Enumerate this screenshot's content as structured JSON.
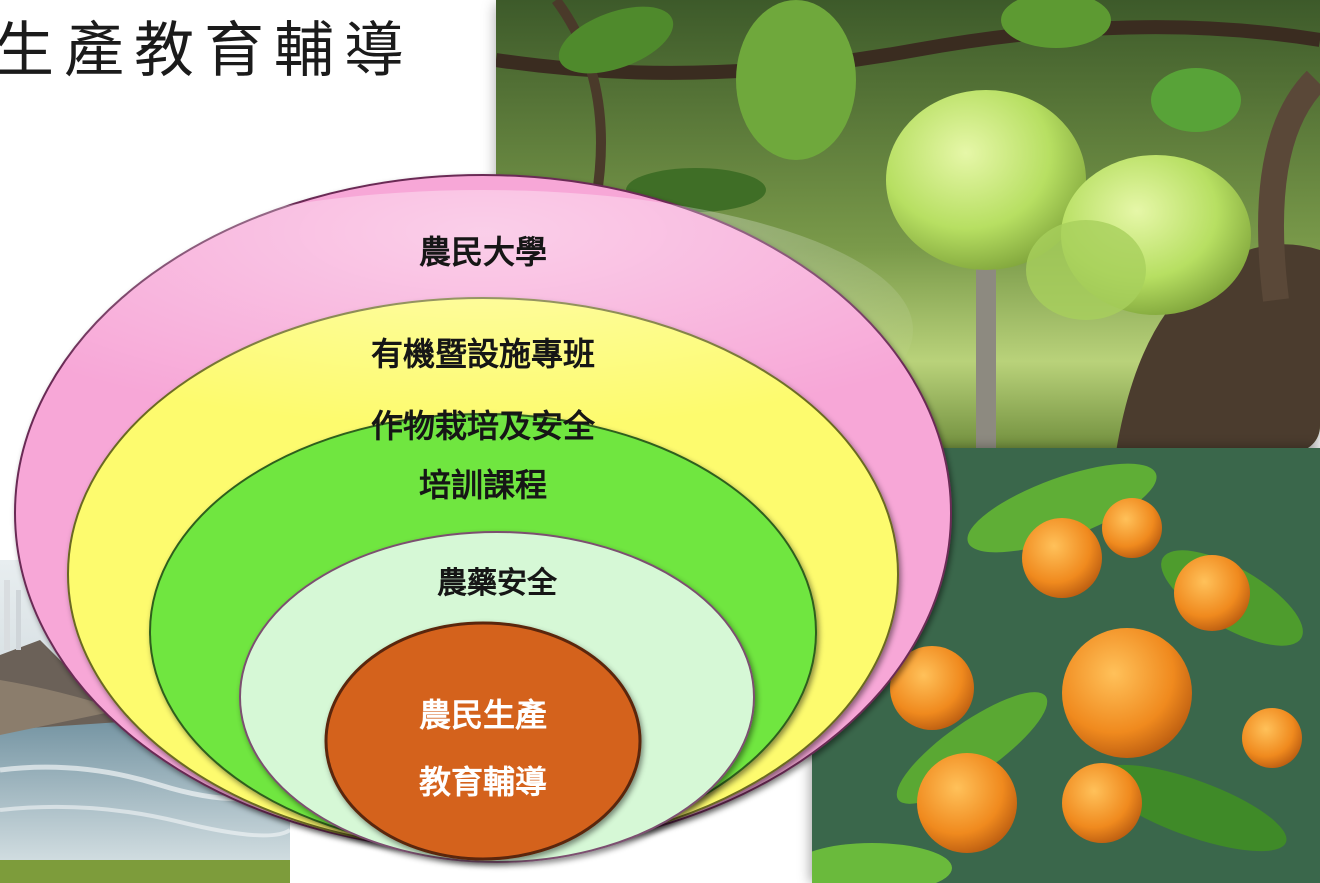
{
  "title": "生產教育輔導",
  "rings": [
    {
      "label": "農民大學",
      "color": "#f7a7d7"
    },
    {
      "label": "有機暨設施專班",
      "color": "#fdfb6e"
    },
    {
      "label_line1": "作物栽培及安全",
      "label_line2": "培訓課程",
      "color": "#6fe640"
    },
    {
      "label": "農藥安全",
      "color": "#d6f8d6"
    }
  ],
  "core": {
    "label_line1": "農民生產",
    "label_line2": "教育輔導",
    "color": "#d4621e"
  },
  "photos": [
    "pomelo-tree-photo",
    "mandarin-orange-tree-photo",
    "waterfront-photo"
  ]
}
